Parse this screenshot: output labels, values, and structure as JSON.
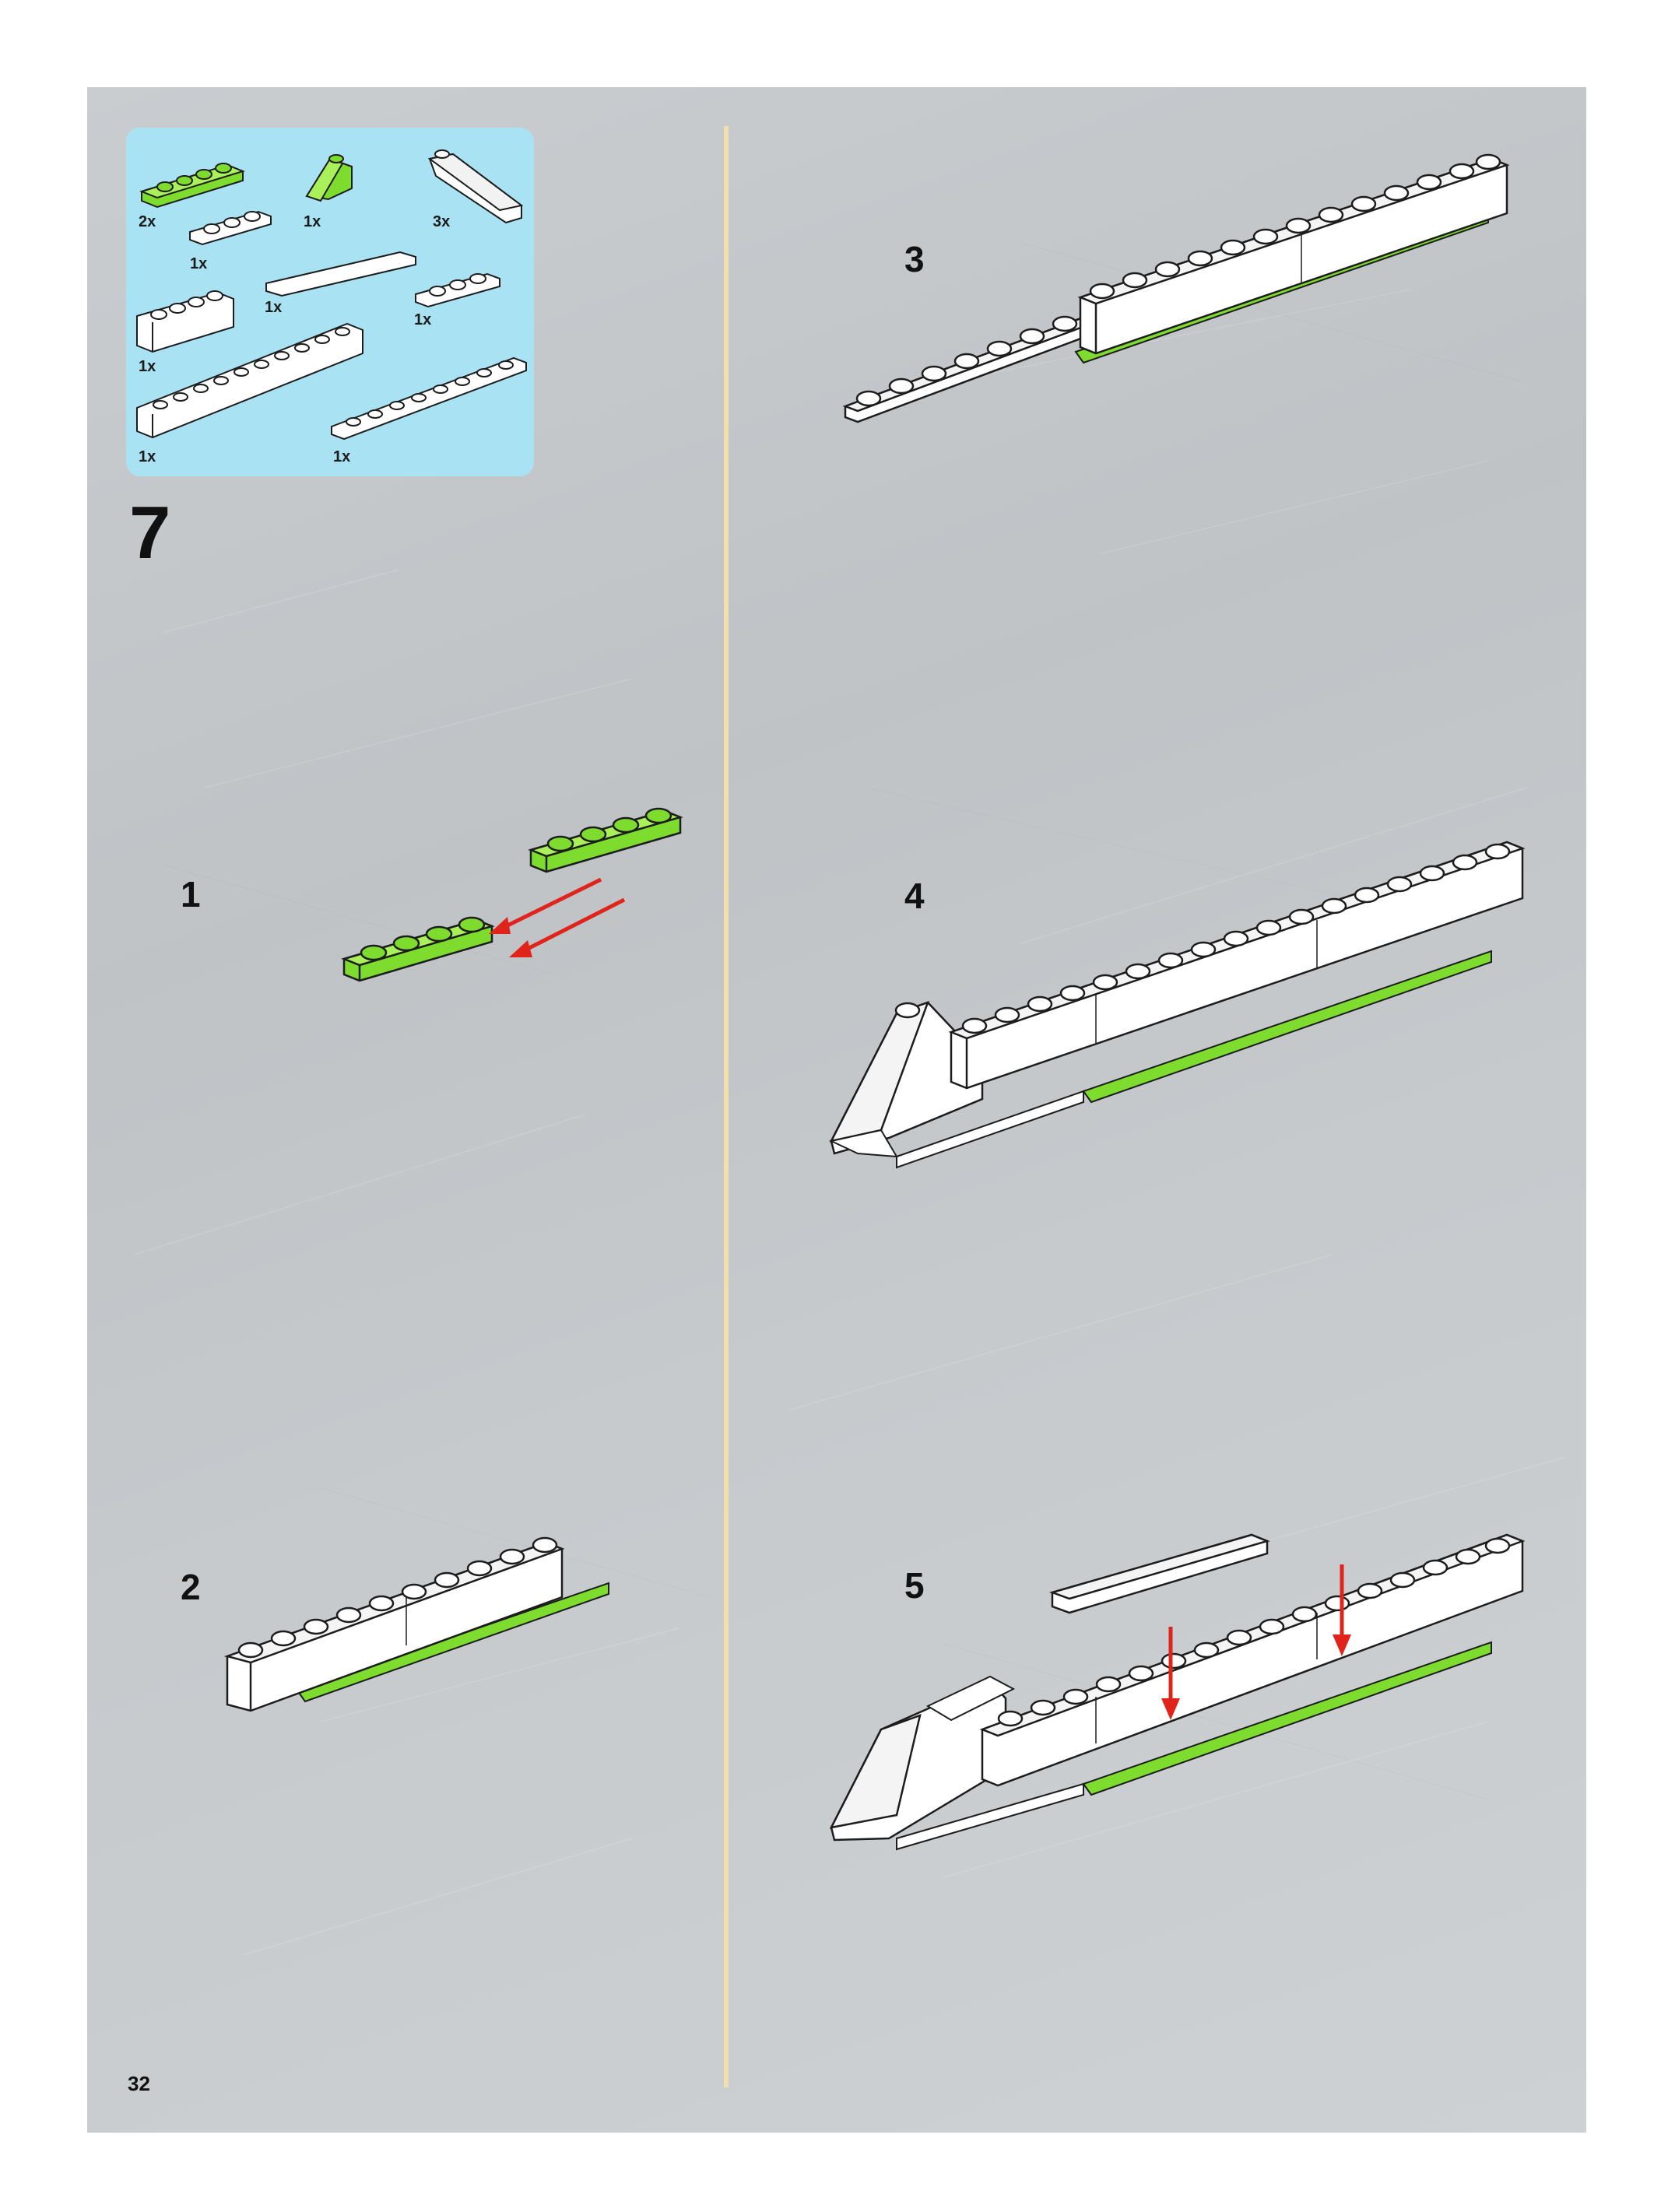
{
  "page": {
    "number": "32"
  },
  "main_step": "7",
  "parts": [
    {
      "qty": "2x",
      "icon": "green-plate-1x4-icon"
    },
    {
      "qty": "1x",
      "icon": "green-slope-icon"
    },
    {
      "qty": "3x",
      "icon": "white-slope-icon"
    },
    {
      "qty": "1x",
      "icon": "white-plate-1x3-icon"
    },
    {
      "qty": "1x",
      "icon": "white-tile-1x6-icon"
    },
    {
      "qty": "1x",
      "icon": "white-plate-1x3-icon"
    },
    {
      "qty": "1x",
      "icon": "white-brick-1x4-icon"
    },
    {
      "qty": "1x",
      "icon": "white-brick-1x10-icon"
    },
    {
      "qty": "1x",
      "icon": "white-plate-1x8-icon"
    }
  ],
  "steps": [
    {
      "label": "1"
    },
    {
      "label": "2"
    },
    {
      "label": "3"
    },
    {
      "label": "4"
    },
    {
      "label": "5"
    }
  ],
  "colors": {
    "brick_green": "#7ddc2e",
    "brick_white": "#ffffff",
    "arrow_red": "#e0241b",
    "parts_box": "#a9e3f3",
    "divider": "#f3deb0"
  }
}
